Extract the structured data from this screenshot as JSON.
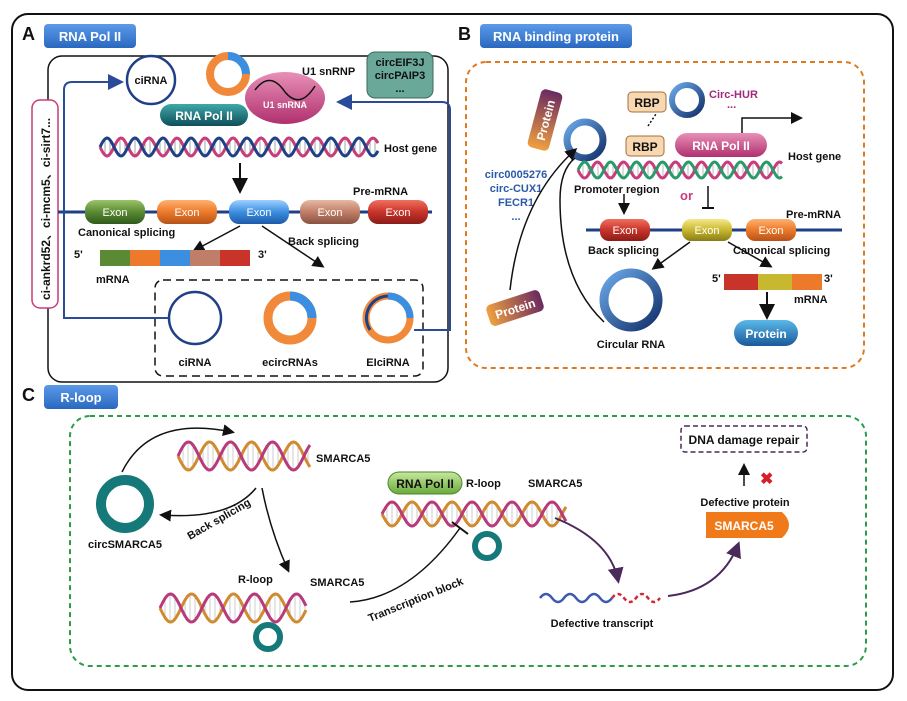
{
  "panels": {
    "a": {
      "letter": "A",
      "title": "RNA Pol II",
      "labels": {
        "ciRNA_top": "ciRNA",
        "u1snrnp": "U1 snRNP",
        "u1snrna": "U1 snRNA",
        "rnapol": "RNA Pol II",
        "host_gene": "Host gene",
        "pre_mrna": "Pre-mRNA",
        "canonical": "Canonical splicing",
        "back": "Back splicing",
        "mrna": "mRNA",
        "five": "5'",
        "three": "3'",
        "exon": "Exon"
      },
      "circ_list": [
        "circEIF3J",
        "circPAIP3",
        "..."
      ],
      "side_list": "ci-ankrd52、ci-mcm5、ci-sirt7...",
      "products": [
        "ciRNA",
        "ecircRNAs",
        "EIciRNA"
      ]
    },
    "b": {
      "letter": "B",
      "title": "RNA binding protein",
      "labels": {
        "protein_left": "Protein",
        "protein_bottom": "Protein",
        "protein_out": "Protein",
        "rbp": "RBP",
        "circ_hur": "Circ-HUR",
        "dots": "...",
        "rnapol": "RNA Pol II",
        "host_gene": "Host gene",
        "promoter": "Promoter region",
        "or": "or",
        "pre_mrna": "Pre-mRNA",
        "back": "Back splicing",
        "canonical": "Canonical splicing",
        "circular": "Circular RNA",
        "mrna": "mRNA",
        "five": "5'",
        "three": "3'",
        "exon": "Exon"
      },
      "circ_list": [
        "circ0005276",
        "circ-CUX1",
        "FECR1",
        "..."
      ]
    },
    "c": {
      "letter": "C",
      "title": "R-loop",
      "labels": {
        "smarca5_1": "SMARCA5",
        "smarca5_2": "SMARCA5",
        "smarca5_3": "SMARCA5",
        "circsmarca5": "circSMARCA5",
        "back": "Back splicing",
        "rloop_1": "R-loop",
        "rloop_2": "R-loop",
        "rnapol": "RNA Pol II",
        "block": "Transcription block",
        "defective_transcript": "Defective transcript",
        "defective_protein": "Defective protein",
        "smarca5_protein": "SMARCA5",
        "dna_repair": "DNA damage repair"
      }
    }
  },
  "colors": {
    "blue_badge": "#3a7fd5",
    "navy": "#1f3f86",
    "orange": "#f08a3a",
    "pink": "#c83c7a",
    "teal": "#15797a",
    "green_dash": "#2e9b4a",
    "orange_dash": "#e07a20",
    "purple": "#5a2a5a"
  }
}
